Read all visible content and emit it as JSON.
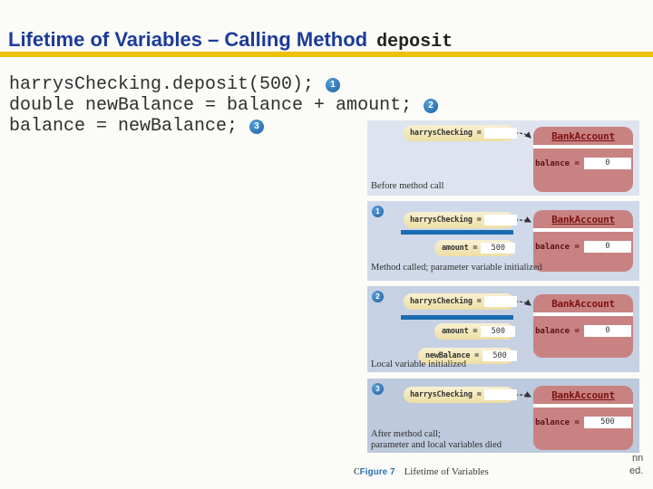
{
  "title": {
    "text": "Lifetime of Variables – Calling Method",
    "code": "deposit"
  },
  "code": {
    "lines": [
      {
        "text": "harrysChecking.deposit(500);",
        "badge": "1"
      },
      {
        "text": "double newBalance = balance + amount;",
        "badge": "2"
      },
      {
        "text": "balance = newBalance;",
        "badge": "3"
      }
    ]
  },
  "figure": {
    "panels": [
      {
        "badge": "",
        "object_ref_label": "harrysChecking =",
        "locals": [],
        "captions": [
          "Before method call"
        ],
        "object": {
          "class_name": "BankAccount",
          "field_label": "balance =",
          "field_value": "0"
        }
      },
      {
        "badge": "1",
        "object_ref_label": "harrysChecking =",
        "locals": [
          {
            "label": "amount =",
            "value": "500"
          }
        ],
        "captions": [
          "Method called; parameter variable initialized"
        ],
        "object": {
          "class_name": "BankAccount",
          "field_label": "balance =",
          "field_value": "0"
        }
      },
      {
        "badge": "2",
        "object_ref_label": "harrysChecking =",
        "locals": [
          {
            "label": "amount =",
            "value": "500"
          },
          {
            "label": "newBalance =",
            "value": "500"
          }
        ],
        "captions": [
          "Local variable initialized"
        ],
        "object": {
          "class_name": "BankAccount",
          "field_label": "balance =",
          "field_value": "0"
        }
      },
      {
        "badge": "3",
        "object_ref_label": "harrysChecking =",
        "locals": [],
        "captions": [
          "After method call;",
          "parameter and local variables died"
        ],
        "object": {
          "class_name": "BankAccount",
          "field_label": "balance =",
          "field_value": "500"
        }
      }
    ],
    "caption": {
      "overlap_char": "C",
      "label": "Figure 7",
      "text": "Lifetime of Variables"
    }
  },
  "copyright_fragments": {
    "line1": "nn",
    "line2": "ed."
  },
  "colors": {
    "title_blue": "#1c3b98",
    "rule_yellow": "#efc105",
    "badge_blue": "#2470b3",
    "panel_backgrounds": [
      "#dde4ef",
      "#cfd9e9",
      "#c6d1e4",
      "#bdc9dd"
    ],
    "variable_pill": "#f4e9bd",
    "divider_blue": "#1a6cb1",
    "object_red": "#c98282",
    "object_text_maroon": "#7c1313",
    "figure_label_blue": "#2e74b5"
  }
}
